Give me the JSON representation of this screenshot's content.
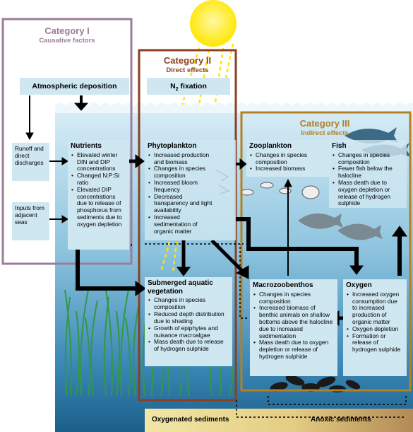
{
  "category1": {
    "title": "Category I",
    "subtitle": "Causative factors"
  },
  "category2": {
    "title": "Category II",
    "subtitle": "Direct effects"
  },
  "category3": {
    "title": "Category III",
    "subtitle": "Indirect effects"
  },
  "atmospheric": "Atmospheric deposition",
  "n2fixation": {
    "prefix": "N",
    "sub": "2",
    "suffix": " fixation"
  },
  "runoff": "Runoff and direct discharges",
  "inputs": "Inputs from adjacent seas",
  "nutrients": {
    "title": "Nutrients",
    "items": [
      "Elevated winter DIN and DIP concentrations",
      "Changed N:P:Si ratio",
      "Elevated DIP concentrations due to release of phosphorus from sediments due to oxygen depletion"
    ]
  },
  "phytoplankton": {
    "title": "Phytoplankton",
    "items": [
      "Increased production and biomass",
      "Changes in species composition",
      "Increased bloom frequency",
      "Decreased transparency and light availability",
      "Increased sedimentation of organic matter"
    ]
  },
  "zooplankton": {
    "title": "Zooplankton",
    "items": [
      "Changes in species composition",
      "Increased biomass"
    ]
  },
  "fish": {
    "title": "Fish",
    "items": [
      "Changes in species composition",
      "Fewer fish below the halocline",
      "Mass death due to oxygen depletion or release of hydrogen sulphide"
    ]
  },
  "vegetation": {
    "title": "Submerged aquatic vegetation",
    "items": [
      "Changes in species composition",
      "Reduced depth distribution due to shading",
      "Growth of epiphytes and nuisance macroalgae",
      "Mass death due to release of hydrogen sulphide"
    ]
  },
  "macrozoobenthos": {
    "title": "Macrozoobenthos",
    "items": [
      "Changes in species composition",
      "Increased biomass of benthic animals on shallow bottoms above the halocline due to increased sedimentation",
      "Mass death due to oxygen depletion or release of hydrogen sulphide"
    ]
  },
  "oxygen": {
    "title": "Oxygen",
    "items": [
      "Increased oxygen consumption due to increased production of organic matter",
      "Oxygen depletion",
      "Formation or release of hydrogen sulphide"
    ]
  },
  "sediments": {
    "oxygenated": "Oxygenated sediments",
    "anoxic": "Anoxic sediments"
  },
  "colors": {
    "cat1": "#9b7c99",
    "cat2": "#8a3f22",
    "cat3": "#b58022",
    "water_top": "#d6ecf5",
    "water_bottom": "#1f6e9c",
    "box": "#cfe7f1",
    "sun": "#ffec00"
  }
}
